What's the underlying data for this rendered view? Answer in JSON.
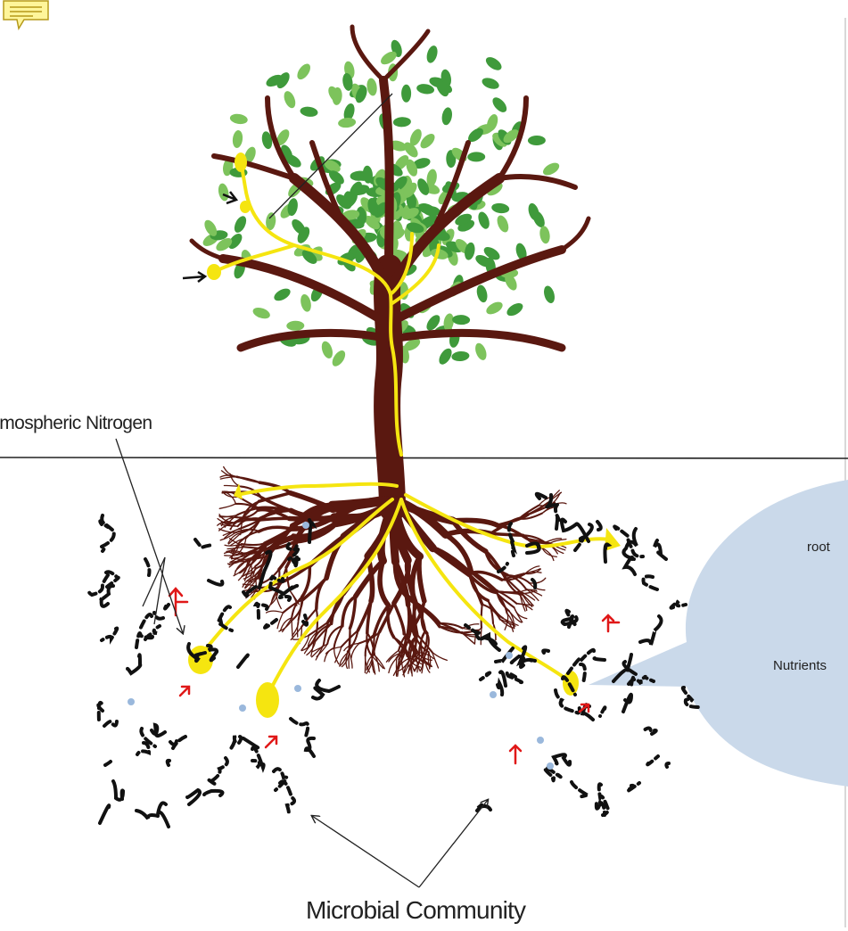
{
  "labels": {
    "atmospheric_nitrogen": "tmospheric Nitrogen",
    "microbial_community": "Microbial Community",
    "root": "root",
    "nutrients": "Nutrients"
  },
  "icons": {
    "note": "comment-note-icon"
  },
  "colors": {
    "trunk": "#5a1810",
    "leaf_dark": "#3f9a3b",
    "leaf_light": "#7dc35c",
    "nutrient_path": "#f5e510",
    "microbe": "#111111",
    "microbe_blue": "#9ab8dc",
    "red_arrow": "#e01818",
    "callout": "#cad9ea",
    "note": "#fff59a"
  }
}
